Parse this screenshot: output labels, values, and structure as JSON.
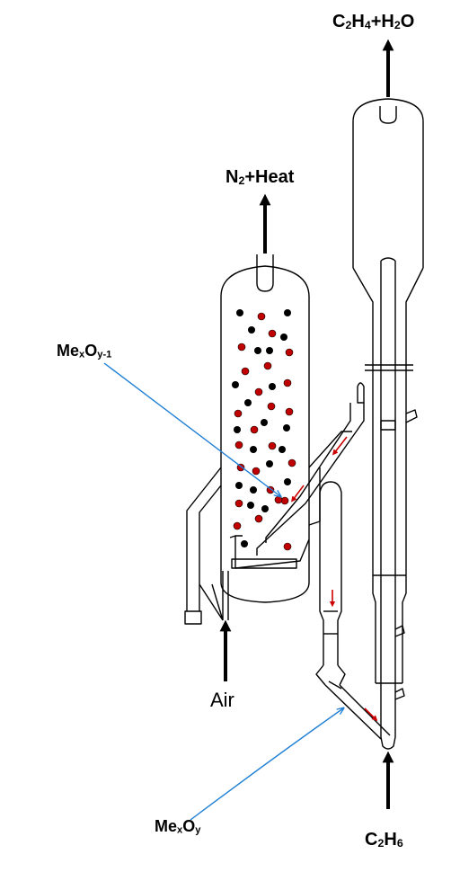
{
  "labels": {
    "top_product": {
      "p1": "C",
      "s1": "2",
      "p2": "H",
      "s2": "4",
      "p3": "+H",
      "s3": "2",
      "p4": "O"
    },
    "regen_exhaust": {
      "p1": "N",
      "s1": "2",
      "p2": "+Heat"
    },
    "reduced_oxide": {
      "p1": "Me",
      "s1": "x",
      "p2": "O",
      "s2": "y-1"
    },
    "oxidized_oxide": {
      "p1": "Me",
      "s1": "x",
      "p2": "O",
      "s2": "y"
    },
    "air_inlet": {
      "text": "Air"
    },
    "feed": {
      "p1": "C",
      "s1": "2",
      "p2": "H",
      "s2": "6"
    }
  },
  "colors": {
    "line": "#000000",
    "particle_red": "#c00000",
    "particle_black": "#000000",
    "pointer_blue": "#1f7fd4",
    "flow_arrow": "#cc0000"
  }
}
